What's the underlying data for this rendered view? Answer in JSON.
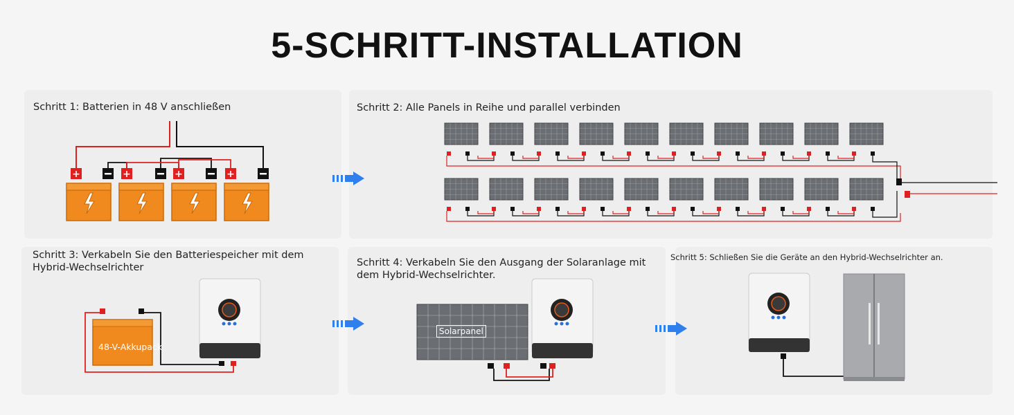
{
  "title": "5-SCHRITT-INSTALLATION",
  "steps": [
    {
      "text": "Schritt 1: Batterien in 48 V anschließen"
    },
    {
      "text": "Schritt 2: Alle Panels in Reihe und parallel verbinden"
    },
    {
      "text": "Schritt 3: Verkabeln Sie den Batteriespeicher mit dem Hybrid-Wechselrichter"
    },
    {
      "text": "Schritt 4: Verkabeln Sie den Ausgang der Solaranlage mit dem Hybrid-Wechselrichter."
    },
    {
      "text": "Schritt 5: Schließen Sie die Geräte an den Hybrid-Wechselrichter an."
    }
  ],
  "labels": {
    "battery_pack": "48-V-Akkupack",
    "solar_panel": "Solarpanel"
  },
  "colors": {
    "battery_orange": "#f08a1e",
    "wire_red": "#e02020",
    "wire_black": "#111111",
    "arrow_blue": "#2f80ed"
  }
}
